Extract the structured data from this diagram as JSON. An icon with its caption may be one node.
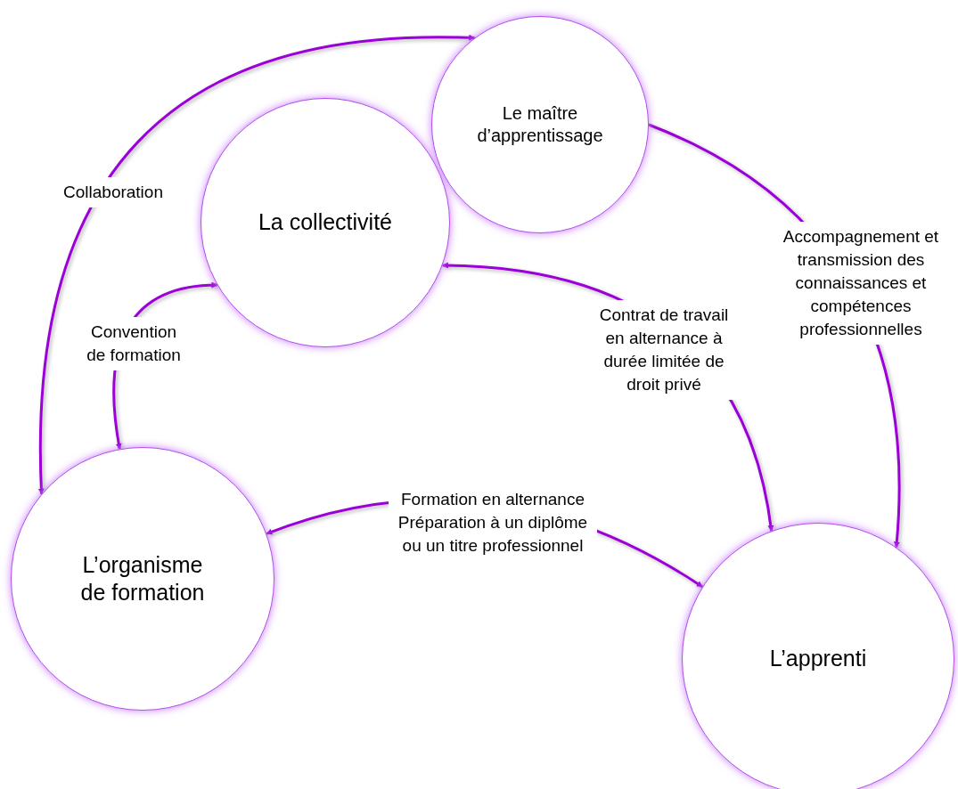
{
  "diagram": {
    "nodes": [
      {
        "text": [
          "La collectivité"
        ]
      },
      {
        "text": [
          "Le maître d’apprentissage"
        ]
      },
      {
        "text": [
          "L’organisme de formation"
        ]
      },
      {
        "text": [
          "L’apprenti"
        ]
      }
    ],
    "edges": [
      {
        "from": 2,
        "to": 1,
        "arrow": "both",
        "label": "Collaboration"
      },
      {
        "from": 0,
        "to": 2,
        "arrow": "both",
        "label": "Convention de formation"
      },
      {
        "from": 0,
        "to": 3,
        "arrow": "both",
        "label": "Contrat de travail en alternance à durée limitée de droit privé"
      },
      {
        "from": 1,
        "to": 3,
        "arrow": "to",
        "label": "Accompagnement et transmission des connaissances et compétences professionnelles"
      },
      {
        "from": 2,
        "to": 3,
        "arrow": "both",
        "label": "Formation en alternance Préparation à un diplôme ou un titre professionnel"
      }
    ]
  }
}
